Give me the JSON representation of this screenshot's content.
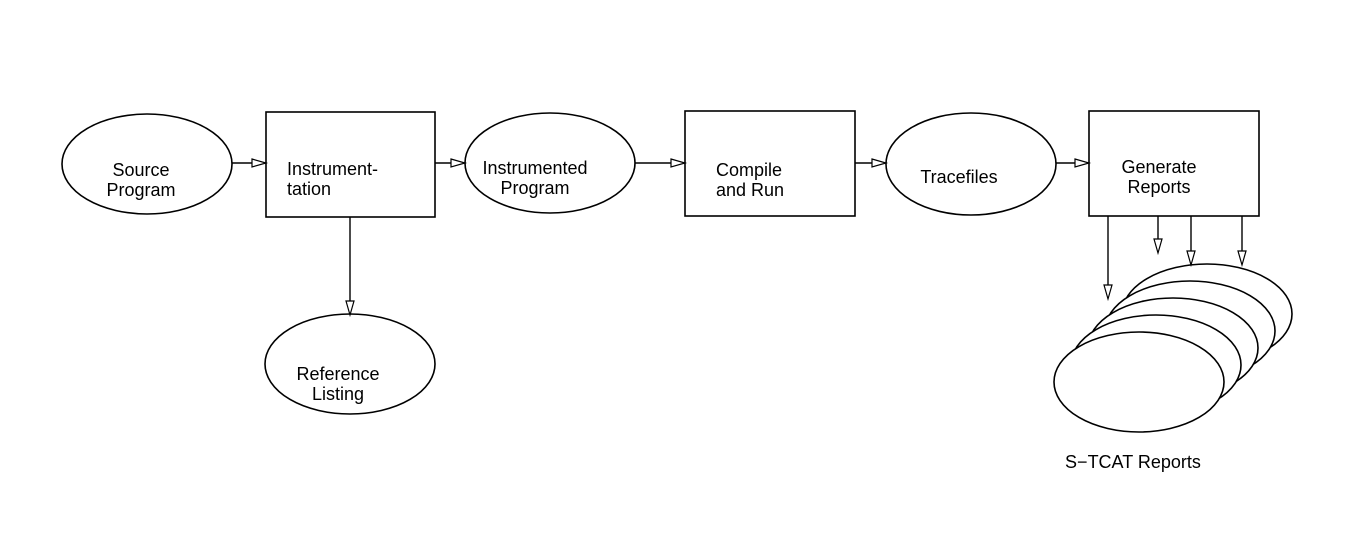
{
  "nodes": {
    "source_program": [
      "Source",
      "Program"
    ],
    "instrumentation": [
      "Instrument-",
      "tation"
    ],
    "instrumented_program": [
      "Instrumented",
      "Program"
    ],
    "compile_and_run": [
      "Compile",
      "and Run"
    ],
    "tracefiles": [
      "Tracefiles"
    ],
    "generate_reports": [
      "Generate",
      "Reports"
    ],
    "reference_listing": [
      "Reference",
      "Listing"
    ]
  },
  "reports_caption": "S−TCAT Reports"
}
